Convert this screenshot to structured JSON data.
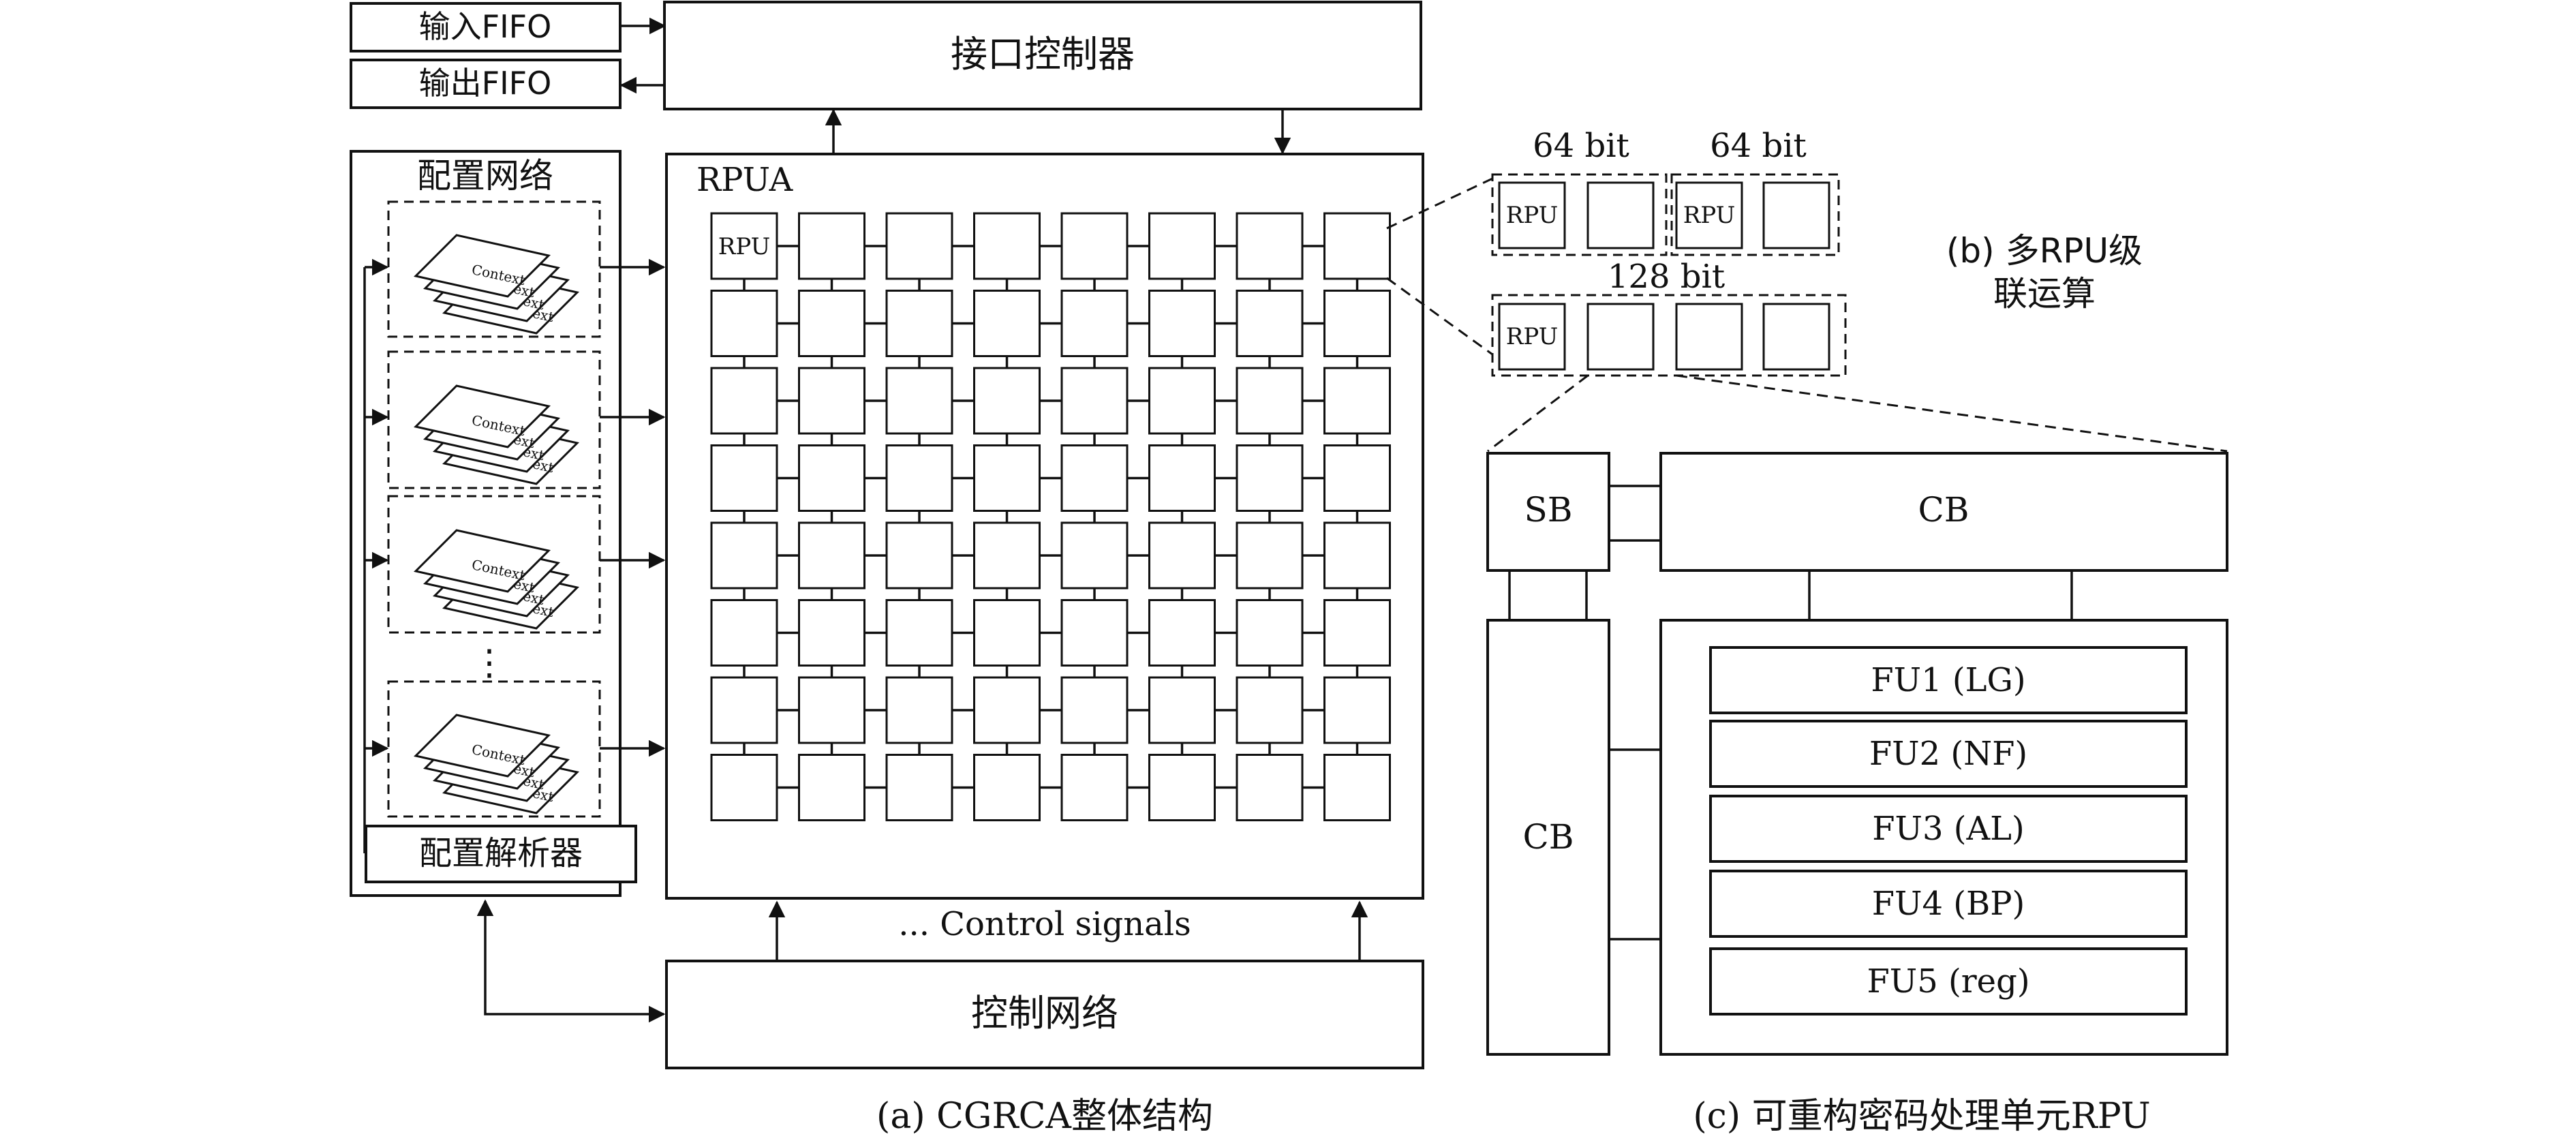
{
  "fifo": {
    "input": "输入FIFO",
    "output": "输出FIFO"
  },
  "interface_controller": "接口控制器",
  "config_network": {
    "title": "配置网络",
    "layer_text": "Context",
    "ellipsis": "⋮",
    "parser": "配置解析器"
  },
  "rpua": {
    "title": "RPUA",
    "cell_label": "RPU",
    "rows": 8,
    "cols": 8
  },
  "control": {
    "signals": "... Control signals",
    "network": "控制网络"
  },
  "cascade": {
    "label_64a": "64 bit",
    "label_64b": "64 bit",
    "label_128": "128 bit",
    "rpu_label": "RPU",
    "caption_line1": "(b) 多RPU级",
    "caption_line2": "联运算"
  },
  "rpu_detail": {
    "sb": "SB",
    "cb_top": "CB",
    "cb_left": "CB",
    "fus": [
      "FU1 (LG)",
      "FU2 (NF)",
      "FU3 (AL)",
      "FU4 (BP)",
      "FU5 (reg)"
    ]
  },
  "captions": {
    "a": "(a) CGRCA整体结构",
    "c": "(c) 可重构密码处理单元RPU"
  }
}
